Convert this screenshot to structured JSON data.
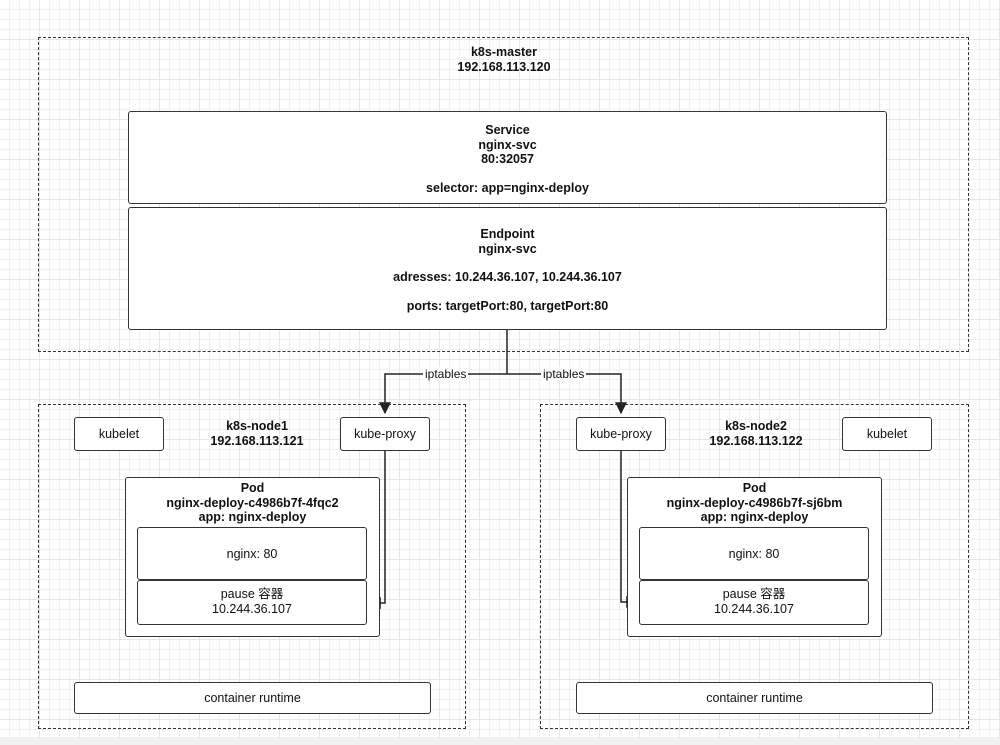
{
  "master": {
    "name": "k8s-master",
    "ip": "192.168.113.120"
  },
  "service": {
    "title": "Service",
    "name": "nginx-svc",
    "ports": "80:32057",
    "selector": "selector: app=nginx-deploy"
  },
  "endpoint": {
    "title": "Endpoint",
    "name": "nginx-svc",
    "addresses": "adresses: 10.244.36.107, 10.244.36.107",
    "ports": "ports: targetPort:80, targetPort:80"
  },
  "edges": {
    "left_label": "iptables",
    "right_label": "iptables"
  },
  "node1": {
    "name": "k8s-node1",
    "ip": "192.168.113.121",
    "kubelet": "kubelet",
    "kube_proxy": "kube-proxy",
    "pod": {
      "title": "Pod",
      "name": "nginx-deploy-c4986b7f-4fqc2",
      "label": "app: nginx-deploy",
      "container": "nginx: 80",
      "pause_title": "pause 容器",
      "pause_ip": "10.244.36.107"
    },
    "runtime": "container runtime"
  },
  "node2": {
    "name": "k8s-node2",
    "ip": "192.168.113.122",
    "kubelet": "kubelet",
    "kube_proxy": "kube-proxy",
    "pod": {
      "title": "Pod",
      "name": "nginx-deploy-c4986b7f-sj6bm",
      "label": "app: nginx-deploy",
      "container": "nginx: 80",
      "pause_title": "pause 容器",
      "pause_ip": "10.244.36.107"
    },
    "runtime": "container runtime"
  }
}
